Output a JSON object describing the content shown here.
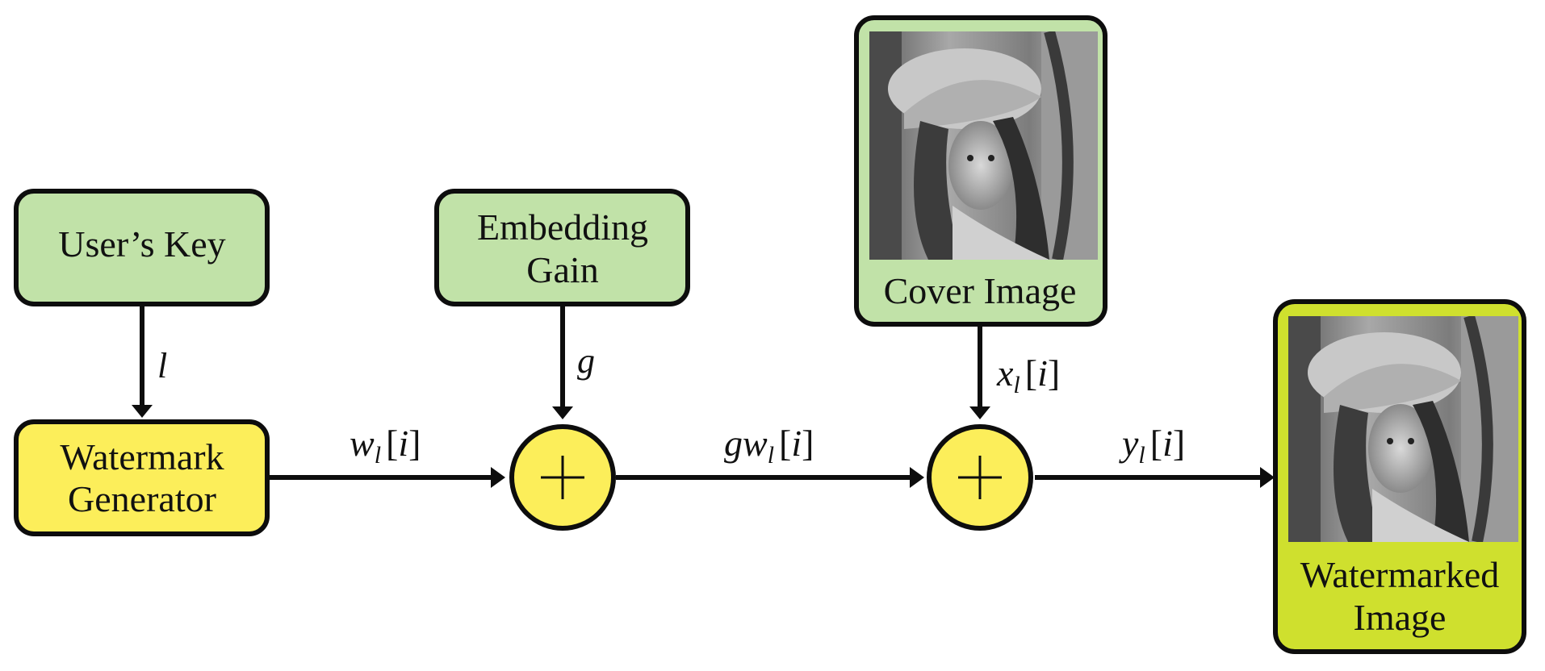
{
  "colors": {
    "input_box_fill": "#c1e2a8",
    "generator_fill": "#fcee5a",
    "adder_fill": "#fcee5a",
    "output_box_fill": "#cfe02e",
    "stroke": "#0d0d0d"
  },
  "icons": {
    "adder": "plus-circle-icon",
    "arrow": "arrow-head-icon",
    "photo": "grayscale-portrait-photo-icon"
  },
  "blocks": {
    "users_key": {
      "label": "User’s Key"
    },
    "embedding_gain": {
      "line1": "Embedding",
      "line2": "Gain"
    },
    "cover_image": {
      "label": "Cover Image"
    },
    "watermark_generator": {
      "line1": "Watermark",
      "line2": "Generator"
    },
    "watermarked_image": {
      "line1": "Watermarked",
      "line2": "Image"
    }
  },
  "signals": {
    "key": {
      "var": "l"
    },
    "gain": {
      "var": "g"
    },
    "watermark": {
      "var": "w",
      "sub": "l",
      "open": "[",
      "idx": "i",
      "close": "]"
    },
    "scaled_watermark": {
      "var": "gw",
      "sub": "l",
      "open": "[",
      "idx": "i",
      "close": "]"
    },
    "cover": {
      "var": "x",
      "sub": "l",
      "open": "[",
      "idx": "i",
      "close": "]"
    },
    "output": {
      "var": "y",
      "sub": "l",
      "open": "[",
      "idx": "i",
      "close": "]"
    }
  },
  "adders": {
    "symbol": "+"
  }
}
